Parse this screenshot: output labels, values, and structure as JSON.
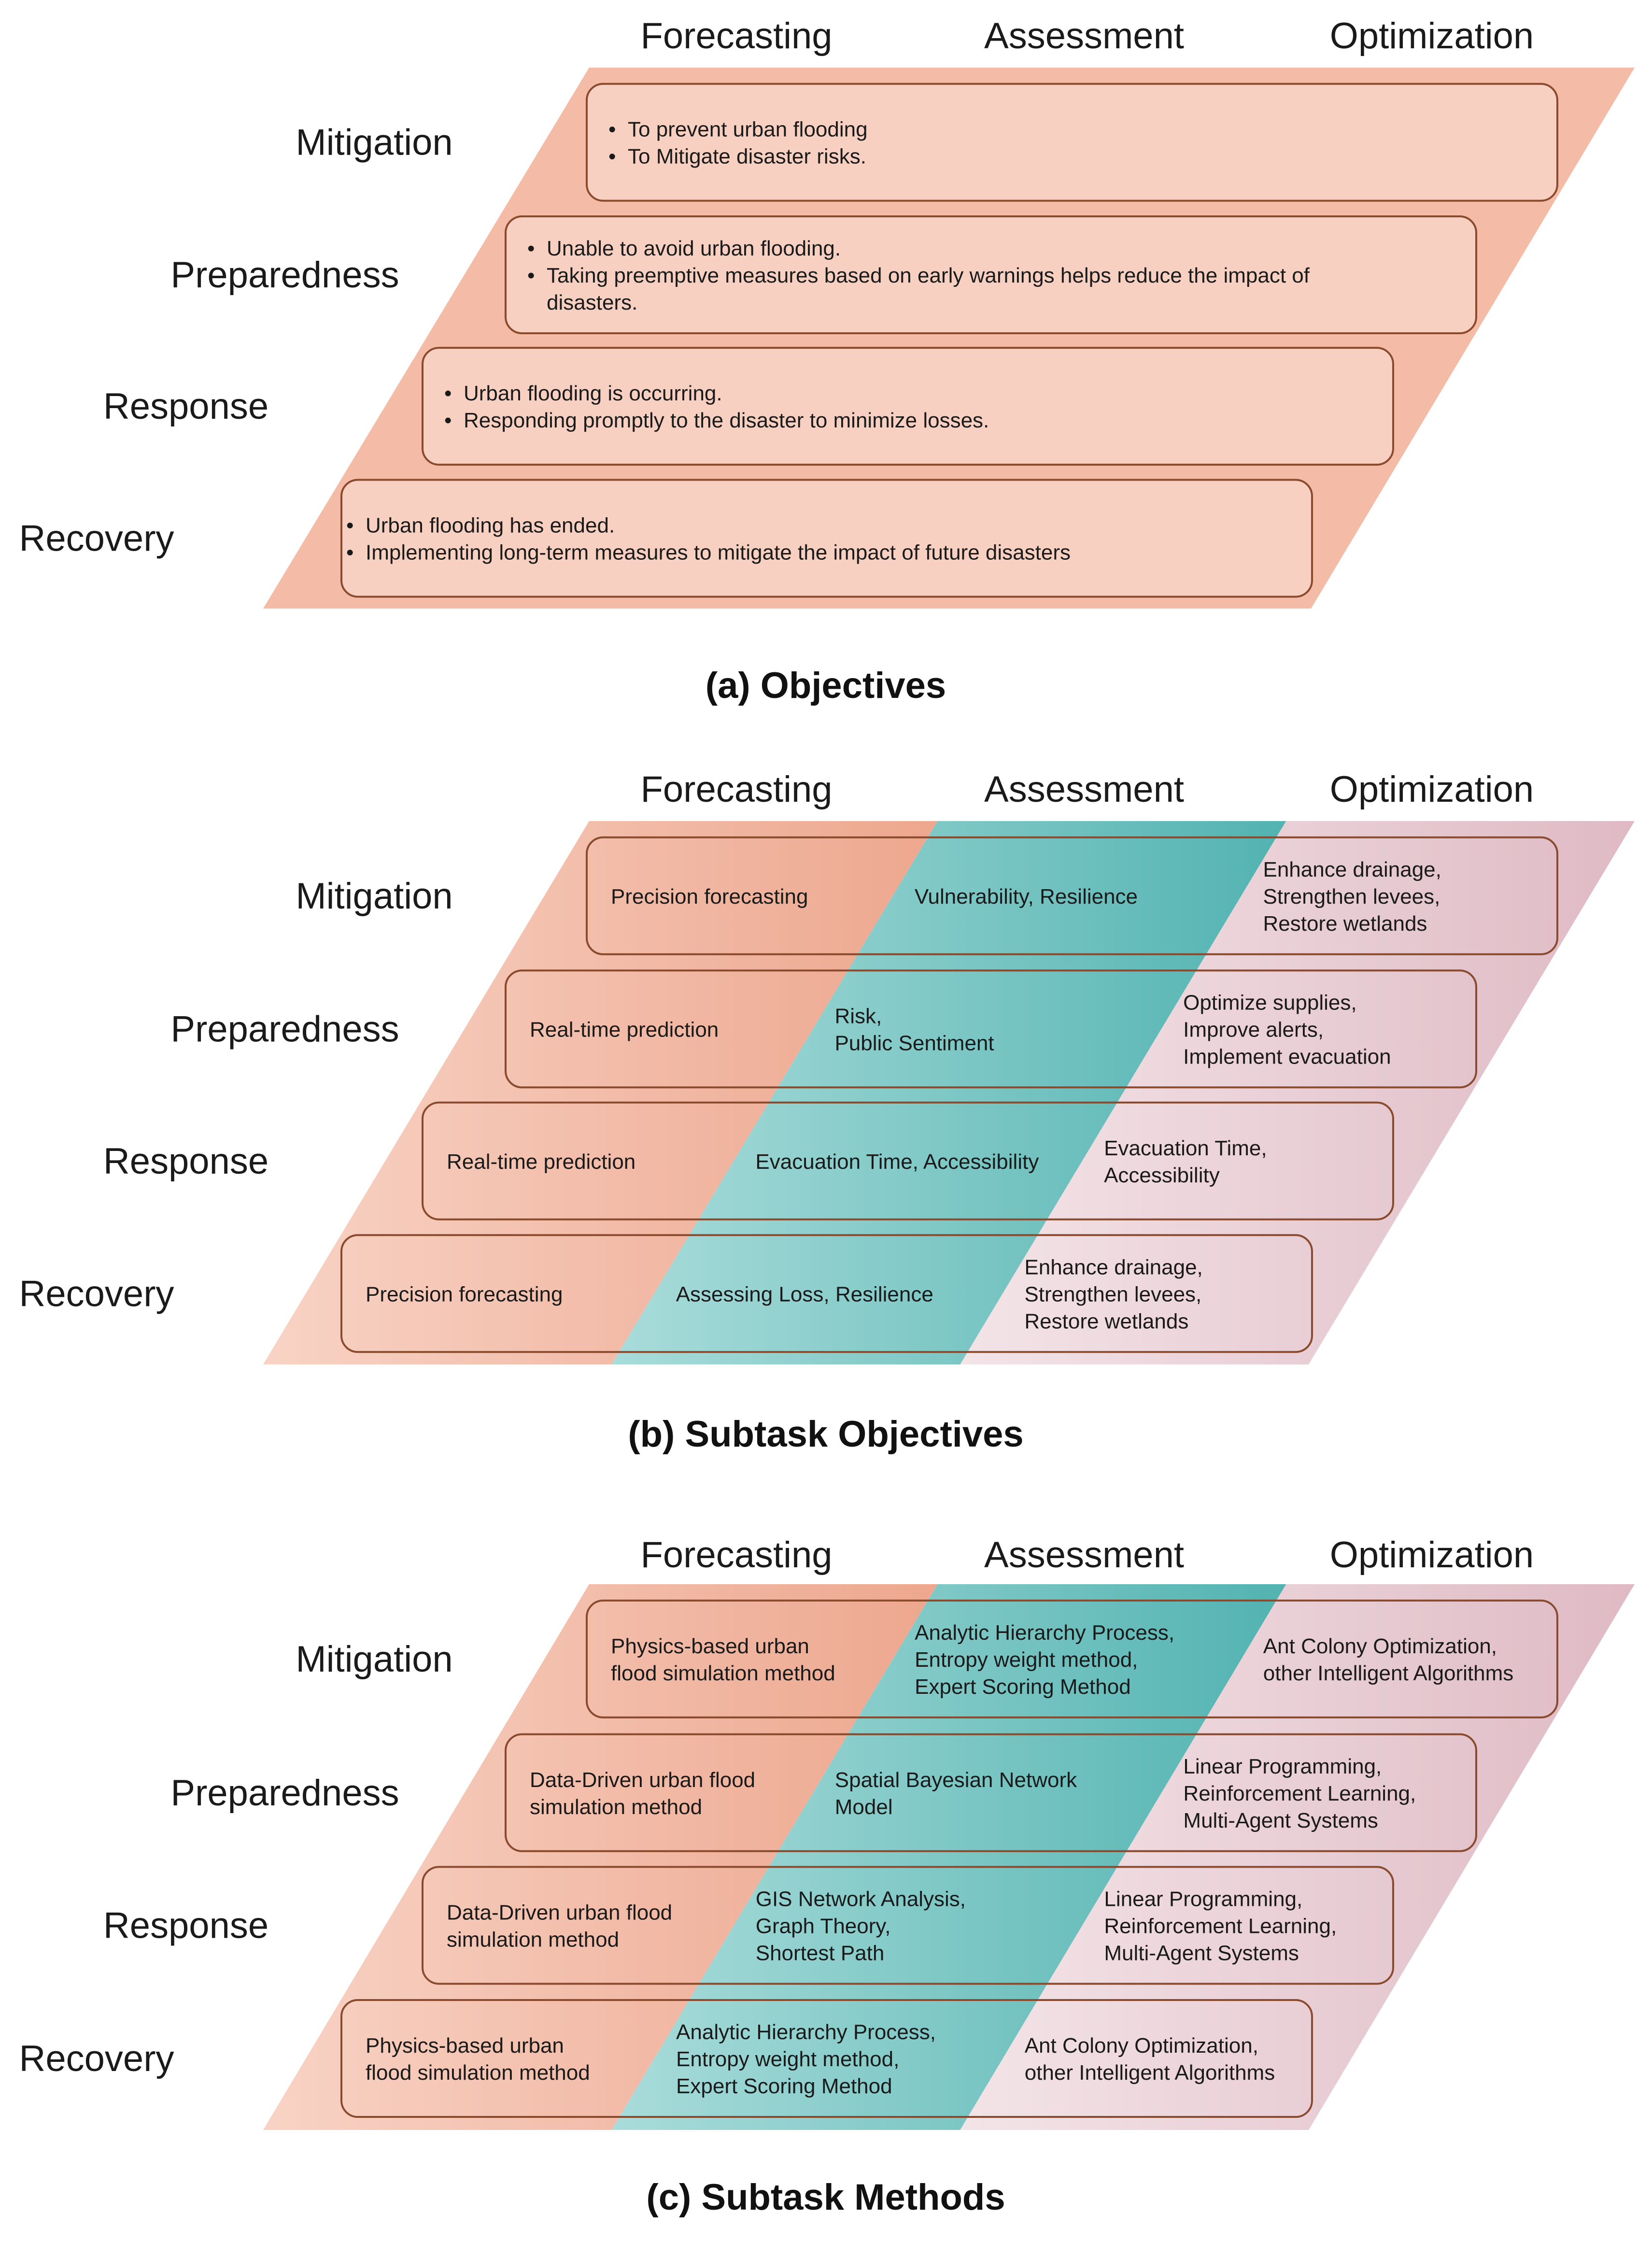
{
  "columns": [
    "Forecasting",
    "Assessment",
    "Optimization"
  ],
  "rows": [
    "Mitigation",
    "Preparedness",
    "Response",
    "Recovery"
  ],
  "colors": {
    "band": "#f4bca6",
    "forecast_dark": "#eda78e",
    "forecast_light": "#f8d3c5",
    "assess_dark": "#52b3b1",
    "assess_light": "#a9dcda",
    "optim_dark": "#dfbac4",
    "optim_light": "#f3e4e7",
    "box_fill": "#f7d2c4",
    "box_stroke": "#8a4a2d",
    "text": "#1a1a1a",
    "title": "#111111"
  },
  "panel_a": {
    "caption": "(a) Objectives",
    "boxes": [
      {
        "lines": [
          "To prevent urban flooding",
          "To Mitigate disaster risks."
        ]
      },
      {
        "lines": [
          "Unable to avoid urban flooding.",
          "Taking preemptive measures based on early warnings helps reduce the impact of",
          "disasters."
        ]
      },
      {
        "lines": [
          "Urban flooding is occurring.",
          "Responding promptly to the disaster to minimize losses."
        ]
      },
      {
        "lines": [
          "Urban flooding has ended.",
          "Implementing long-term measures to mitigate the impact of future disasters"
        ]
      }
    ]
  },
  "panel_b": {
    "caption": "(b) Subtask Objectives",
    "cells": [
      [
        [
          "Precision forecasting"
        ],
        [
          "Vulnerability, Resilience"
        ],
        [
          "Enhance drainage,",
          "Strengthen levees,",
          "Restore wetlands"
        ]
      ],
      [
        [
          "Real-time prediction"
        ],
        [
          "Risk,",
          "Public Sentiment"
        ],
        [
          "Optimize supplies,",
          "Improve alerts,",
          "Implement evacuation"
        ]
      ],
      [
        [
          "Real-time prediction"
        ],
        [
          "Evacuation Time, Accessibility"
        ],
        [
          "Evacuation Time,",
          "Accessibility"
        ]
      ],
      [
        [
          "Precision forecasting"
        ],
        [
          "Assessing Loss, Resilience"
        ],
        [
          "Enhance drainage,",
          "Strengthen levees,",
          "Restore wetlands"
        ]
      ]
    ]
  },
  "panel_c": {
    "caption": "(c) Subtask Methods",
    "cells": [
      [
        [
          "Physics-based urban",
          "flood simulation method"
        ],
        [
          "Analytic Hierarchy Process,",
          "Entropy weight method,",
          "Expert Scoring Method"
        ],
        [
          "Ant Colony Optimization,",
          "other Intelligent Algorithms"
        ]
      ],
      [
        [
          "Data-Driven urban flood",
          "simulation method"
        ],
        [
          "Spatial Bayesian Network",
          "Model"
        ],
        [
          "Linear Programming,",
          "Reinforcement Learning,",
          "Multi-Agent Systems"
        ]
      ],
      [
        [
          "Data-Driven urban flood",
          "simulation method"
        ],
        [
          "GIS Network Analysis,",
          "Graph Theory,",
          "Shortest Path"
        ],
        [
          "Linear Programming,",
          "Reinforcement Learning,",
          "Multi-Agent Systems"
        ]
      ],
      [
        [
          "Physics-based urban",
          "flood simulation method"
        ],
        [
          "Analytic Hierarchy Process,",
          "Entropy weight method,",
          "Expert Scoring Method"
        ],
        [
          "Ant Colony Optimization,",
          "other Intelligent Algorithms"
        ]
      ]
    ]
  }
}
